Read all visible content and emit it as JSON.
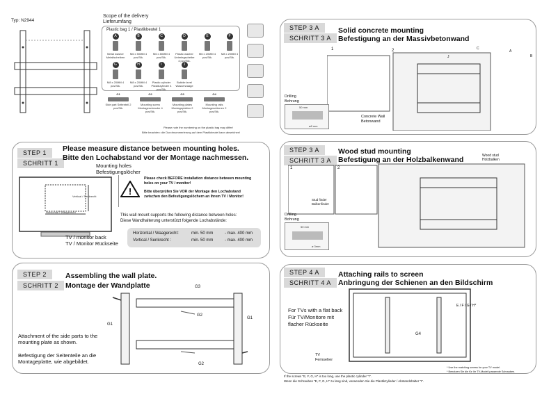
{
  "typ": "Typ: N2944",
  "scope": {
    "line1": "Scope of the delivery",
    "line2": "Lieferumfang"
  },
  "bag1": "Plastic bag 1 / Plastikbeutel 1",
  "parts": [
    {
      "id": "A",
      "text": "Metal washer Metallscheiben"
    },
    {
      "id": "B",
      "text": "M6 x 50MM 4 pcs/Stk."
    },
    {
      "id": "C",
      "text": "M6 x 80MM 4 pcs/Stk."
    },
    {
      "id": "D",
      "text": "Plastic washer Unterlegscheibe 4 pcs/Stk."
    },
    {
      "id": "E",
      "text": "M6 x 20MM 4 pcs/Stk."
    },
    {
      "id": "F",
      "text": "M8 x 20MM 4 pcs/Stk."
    },
    {
      "id": "G",
      "text": "M8 x 20MM 4 pcs/Stk."
    },
    {
      "id": "H",
      "text": "M8 x 20MM 4 pcs/Stk."
    },
    {
      "id": "I",
      "text": "Plastic cylinder Plastikzylinder 4 pcs/Stk."
    },
    {
      "id": "J",
      "text": "Bubble level Wasserwaage"
    }
  ],
  "gparts": [
    {
      "id": "G1",
      "text": "Side part Seitenteil 2 pcs/Stk."
    },
    {
      "id": "G2",
      "text": "Mounting screw Montageschraube 4 pcs/Stk."
    },
    {
      "id": "G3",
      "text": "Mounting plates Montageplatten 2 pcs/Stk."
    },
    {
      "id": "G4",
      "text": "Mounting rails Montageschienen 2 pcs/Stk."
    }
  ],
  "note1": "Please note the numbering on the plastic bag may differ!",
  "note2": "Bitte beachten: die Durchnummerierung auf dem Plastikbeutel kann abweichen!",
  "step1": {
    "tag1": "STEP  1",
    "tag2": "SCHRITT 1",
    "title1": "Please measure distance between mounting holes.",
    "title2": "Bitte den Lochabstand vor der Montage nachmessen.",
    "holes1": "Mounting holes",
    "holes2": "Befestigungslöcher",
    "vert": "Vertical / Senkrecht",
    "horiz": "Horizontal / Waagerecht",
    "back1": "TV / monitor back",
    "back2": "TV / Monitor Rückseite",
    "warn_en": "Please check BEFORE installation distance between mounting holes on your TV / monitor!",
    "warn_de": "Bitte überprüfen Sie VOR der Montage den Lochabstand zwischen den Befestigungslöchern an Ihrem TV / Monitor!",
    "supports_en": "This wall mount supports the following distance between holes:",
    "supports_de": "Diese Wandhalterung unterstützt folgende Lochabstände:",
    "row1_label": "Horizontal / Waagerecht:",
    "row1_min": "min. 50 mm",
    "row1_max": "- max. 400 mm",
    "row2_label": "Vertical / Senkrecht :",
    "row2_min": "min. 50 mm",
    "row2_max": "- max. 400 mm"
  },
  "step2": {
    "tag1": "STEP  2",
    "tag2": "SCHRITT 2",
    "title1": "Assembling the wall plate.",
    "title2": "Montage der Wandplatte",
    "text_en": "Attachment of the side parts to the mounting plate as shown.",
    "text_de": "Befestigung der Seitenteile an die Montageplatte, wie abgebildet.",
    "g1": "G1",
    "g2": "G2",
    "g3": "G3"
  },
  "step3a": {
    "tag1": "STEP  3  A",
    "tag2": "SCHRITT 3 A",
    "title1": "Solid concrete mounting",
    "title2": "Befestigung an der Massivbetonwand",
    "drill1": "Drilling",
    "drill2": "Bohrung",
    "mm50": "50 mm",
    "mm8": "ø8  mm",
    "wall1": "Concrete Wall",
    "wall2": "Betonwand",
    "n1": "1",
    "n2": "2",
    "j": "J",
    "c": "C",
    "a": "A",
    "b": "B"
  },
  "step3b": {
    "tag1": "STEP  3  A",
    "tag2": "SCHRITT 3 A",
    "title1": "Wood stud mounting",
    "title2": "Befestigung an der Holzbalkenwand",
    "stud1": "Wood stud",
    "stud2": "Holzbalken",
    "finder1": "Stud finder",
    "finder2": "Balkenfinder",
    "drill1": "Drilling",
    "drill2": "Bohrung",
    "mm50": "50 mm",
    "mm3": "ø 3mm",
    "n1": "1",
    "n2": "2"
  },
  "step4": {
    "tag1": "STEP  4  A",
    "tag2": "SCHRITT 4 A",
    "title1": "Attaching rails to screen",
    "title2": "Anbringung der Schienen an den Bildschirm",
    "flat_en": "For TVs with a flat back",
    "flat_de": "Für TV/Monitore mit",
    "flat_de2": "flacher Rückseite",
    "tv1": "TV",
    "tv2": "Fernseher",
    "g4": "G4",
    "letters": "E / F / G / H*",
    "use_en": "* Use the matching screws for your TV model.",
    "use_de": "* Benutzen Sie die für Ihr TV-Modell passende Schrauben.",
    "foot_en": "If the screws \"E, F, G, H\" is too long, use the plastic cylinder \"I\".",
    "foot_de": "Wenn die Schrauben \"E, F, G, H\" zu lang sind, verwenden Sie die Plastikzylinder / Abstandshalter \"I\"."
  }
}
